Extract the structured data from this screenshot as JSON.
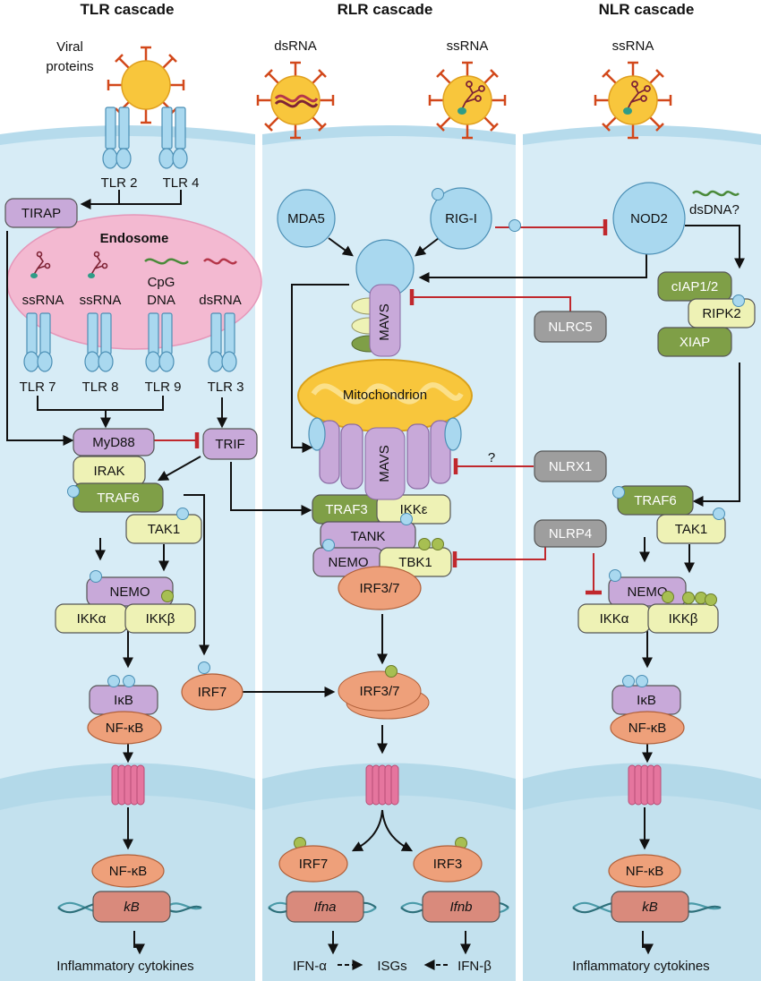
{
  "colors": {
    "cytoplasm": "#d7ecf6",
    "membrane": "#b6dbec",
    "nucleus": "#b3d9e9",
    "endosome": "#f3b9d1",
    "purple": "#c8a9d9",
    "olive": "#7f9f47",
    "yellow": "#eef2b5",
    "orange": "#eea07a",
    "gray": "#9e9e9e",
    "blue_ball": "#a9d8ef",
    "green_dot": "#a7bf52",
    "pink": "#e5759e",
    "virus": "#f8c63c",
    "spike": "#d2481b",
    "inhibit": "#c0282d"
  },
  "headers": {
    "tlr": "TLR cascade",
    "rlr": "RLR cascade",
    "nlr": "NLR cascade"
  },
  "labels": {
    "viral_proteins_1": "Viral",
    "viral_proteins_2": "proteins",
    "dsrna_top": "dsRNA",
    "ssrna_top_rlr": "ssRNA",
    "ssrna_top_nlr": "ssRNA",
    "tlr2": "TLR 2",
    "tlr4": "TLR 4",
    "endosome": "Endosome",
    "endo_ssrna1": "ssRNA",
    "endo_ssrna2": "ssRNA",
    "endo_cpg1": "CpG",
    "endo_cpg2": "DNA",
    "endo_dsrna": "dsRNA",
    "tlr7": "TLR 7",
    "tlr8": "TLR 8",
    "tlr9": "TLR 9",
    "tlr3": "TLR 3",
    "dsdna_q": "dsDNA?",
    "question": "?",
    "mitochondrion": "Mitochondrion"
  },
  "nodes": {
    "tirap": "TIRAP",
    "myd88": "MyD88",
    "trif": "TRIF",
    "irak": "IRAK",
    "traf6_tlr": "TRAF6",
    "tak1_tlr": "TAK1",
    "nemo_tlr": "NEMO",
    "ikka_tlr": "IKKα",
    "ikkb_tlr": "IKKβ",
    "ikb_tlr": "IκB",
    "nfkb_tlr": "NF-κB",
    "nfkb_nuc_tlr": "NF-κB",
    "kb_tlr": "kB",
    "irf7_tlr": "IRF7",
    "mda5": "MDA5",
    "rigi": "RIG-I",
    "mavs_top": "MAVS",
    "mavs_mito": "MAVS",
    "nlrc5": "NLRC5",
    "nlrx1": "NLRX1",
    "nlrp4": "NLRP4",
    "traf3": "TRAF3",
    "ikke": "IKKε",
    "tank": "TANK",
    "nemo_rlr": "NEMO",
    "tbk1": "TBK1",
    "irf37_a": "IRF3/7",
    "irf37_b": "IRF3/7",
    "irf7_nuc": "IRF7",
    "irf3_nuc": "IRF3",
    "ifna": "Ifna",
    "ifnb": "Ifnb",
    "nod2": "NOD2",
    "ciap": "cIAP1/2",
    "ripk2": "RIPK2",
    "xiap": "XIAP",
    "traf6_nlr": "TRAF6",
    "tak1_nlr": "TAK1",
    "nemo_nlr": "NEMO",
    "ikka_nlr": "IKKα",
    "ikkb_nlr": "IKKβ",
    "ikb_nlr": "IκB",
    "nfkb_nlr": "NF-κB",
    "nfkb_nuc_nlr": "NF-κB",
    "kb_nlr": "kB"
  },
  "outputs": {
    "tlr": "Inflammatory cytokines",
    "nlr": "Inflammatory cytokines",
    "ifna": "IFN-α",
    "isgs": "ISGs",
    "ifnb": "IFN-β"
  }
}
